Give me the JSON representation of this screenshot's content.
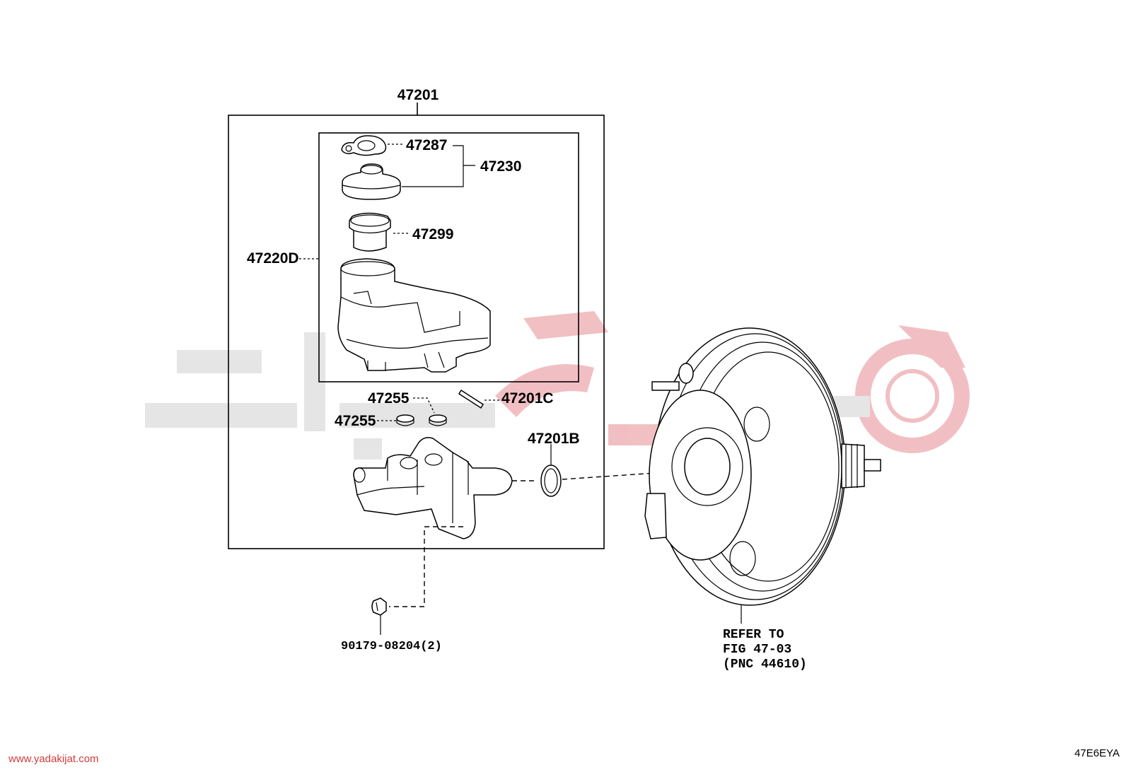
{
  "colors": {
    "watermark_gray": "#e3e3e3",
    "watermark_red": "#f0b9bd",
    "footer_link": "#d63a3a"
  },
  "labels": {
    "assembly": "47201",
    "ring": "47287",
    "cap": "47230",
    "strainer": "47299",
    "reservoir": "47220D",
    "grommet_upper": "47255",
    "grommet_lower": "47255",
    "pin": "47201C",
    "oring": "47201B",
    "nut": "90179-08204(2)"
  },
  "refer": {
    "line1": "REFER TO",
    "line2": "FIG 47-03",
    "line3": "(PNC 44610)"
  },
  "footer": {
    "website": "www.yadakijat.com",
    "code": "47E6EYA"
  }
}
